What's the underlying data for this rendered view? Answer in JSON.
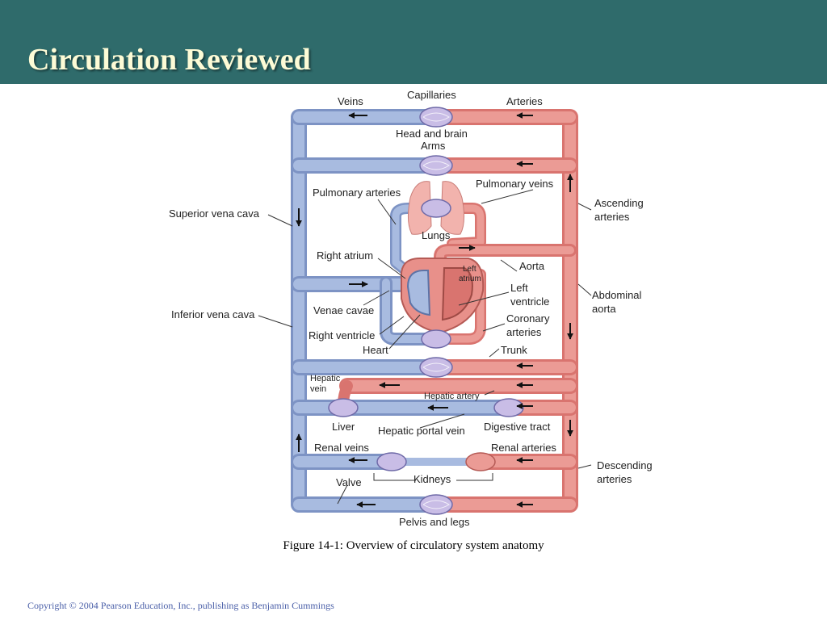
{
  "slide": {
    "title": "Circulation Reviewed",
    "caption": "Figure 14-1: Overview of circulatory system anatomy",
    "copyright": "Copyright © 2004 Pearson Education, Inc., publishing as Benjamin Cummings"
  },
  "colors": {
    "header_bg": "#2f6b6b",
    "title_text": "#fdfbd6",
    "vein_blue": "#9fb3da",
    "artery_red": "#e8908a",
    "capillary": "#c9bde6",
    "copyright_text": "#4a5fa8"
  },
  "labels": {
    "veins": "Veins",
    "capillaries": "Capillaries",
    "arteries": "Arteries",
    "head_brain": "Head and brain",
    "arms": "Arms",
    "pulmonary_arteries": "Pulmonary arteries",
    "pulmonary_veins": "Pulmonary veins",
    "superior_vena_cava": "Superior vena cava",
    "ascending_arteries_1": "Ascending",
    "ascending_arteries_2": "arteries",
    "lungs": "Lungs",
    "right_atrium": "Right atrium",
    "aorta": "Aorta",
    "left_atrium_1": "Left",
    "left_atrium_2": "atrium",
    "left_ventricle_1": "Left",
    "left_ventricle_2": "ventricle",
    "abdominal_aorta_1": "Abdominal",
    "abdominal_aorta_2": "aorta",
    "inferior_vena_cava": "Inferior vena cava",
    "venae_cavae": "Venae cavae",
    "coronary_arteries_1": "Coronary",
    "coronary_arteries_2": "arteries",
    "right_ventricle": "Right ventricle",
    "heart": "Heart",
    "trunk": "Trunk",
    "hepatic_vein_1": "Hepatic",
    "hepatic_vein_2": "vein",
    "hepatic_artery": "Hepatic artery",
    "liver": "Liver",
    "hepatic_portal_vein": "Hepatic portal vein",
    "digestive_tract": "Digestive tract",
    "renal_veins": "Renal veins",
    "renal_arteries": "Renal arteries",
    "descending_arteries_1": "Descending",
    "descending_arteries_2": "arteries",
    "valve": "Valve",
    "kidneys": "Kidneys",
    "pelvis_legs": "Pelvis and legs"
  }
}
